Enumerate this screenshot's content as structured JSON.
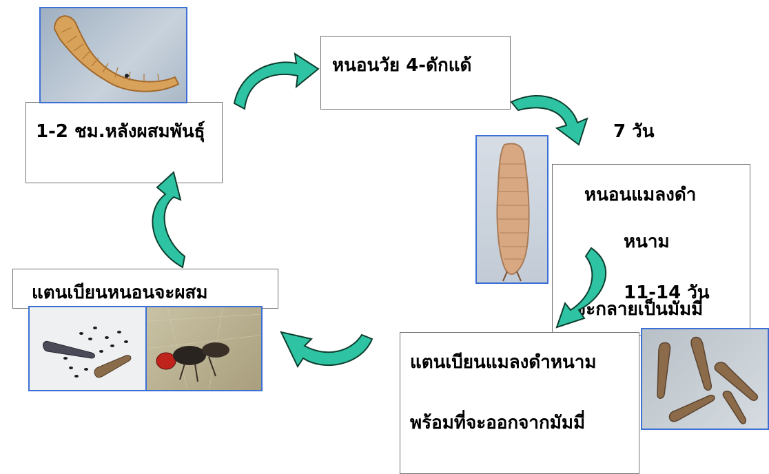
{
  "stages": {
    "s1": "1-2 ชม.หลังผสมพันธุ์",
    "s2": "หนอนวัย 4-ดักแด้",
    "s3_line1": "หนอนแมลงดำ",
    "s3_line2": "หนาม",
    "s3_line3": "จะกลายเป็นมัมมี่",
    "s4_line1": "แตนเบียนแมลงดำหนาม",
    "s4_line2": "พร้อมที่จะออกจากมัมมี่",
    "s5": "แตนเบียนหนอนจะผสม"
  },
  "durations": {
    "d1": "7 วัน",
    "d2": "11-14 วัน"
  },
  "colors": {
    "arrow_fill": "#2ec4a3",
    "arrow_stroke": "#0d3d2e",
    "photo_border": "#3b6fd6"
  }
}
